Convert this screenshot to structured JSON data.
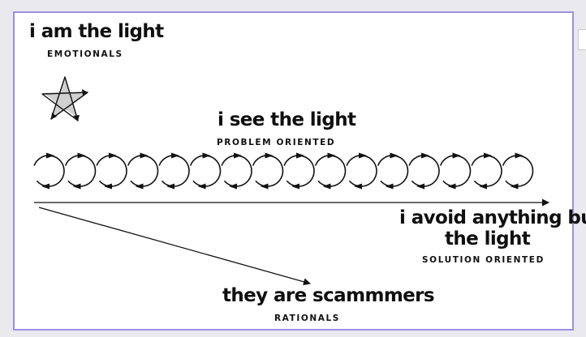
{
  "labels": {
    "emotionals": {
      "heading": "i am the light",
      "sub": "EMOTIONALS"
    },
    "problem_oriented": {
      "heading": "i see the light",
      "sub": "PROBLEM ORIENTED"
    },
    "solution_oriented": {
      "heading_line1": "i avoid anything but",
      "heading_line2": "the light",
      "sub": "SOLUTION ORIENTED"
    },
    "rationals": {
      "heading": "they are scammmers",
      "sub": "RATIONALS"
    }
  },
  "icons": {
    "star": "star-icon",
    "loops": "spiral-loop-icon"
  },
  "colors": {
    "ink": "#111111",
    "star_fill": "#d0d0d0",
    "frame": "#9f8ee3"
  }
}
